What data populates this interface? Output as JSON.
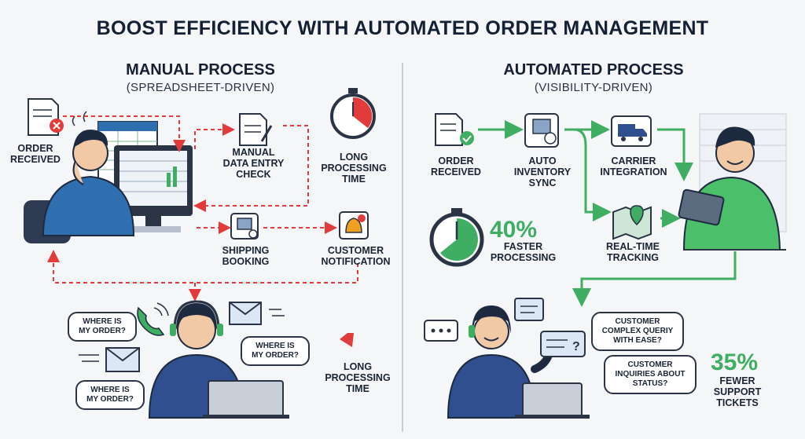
{
  "title": "BOOST EFFICIENCY WITH AUTOMATED ORDER MANAGEMENT",
  "manual": {
    "heading": "MANUAL PROCESS",
    "subheading": "(SPREADSHEET-DRIVEN)",
    "order_received": "ORDER\nRECEIVED",
    "manual_entry": "MANUAL\nDATA ENTRY\nCHECK",
    "long_time_1": "LONG\nPROCESSING\nTIME",
    "shipping": "SHIPPING\nBOOKING",
    "notification": "CUSTOMER\nNOTIFICATION",
    "bubble_1": "WHERE IS\nMY ORDER?",
    "bubble_2": "WHERE IS\nMY ORDER?",
    "bubble_3": "WHERE IS\nMY ORDER?",
    "long_time_2": "LONG\nPROCESSING\nTIME"
  },
  "automated": {
    "heading": "AUTOMATED PROCESS",
    "subheading": "(VISIBILITY-DRIVEN)",
    "order_received": "ORDER\nRECEIVED",
    "inventory": "AUTO\nINVENTORY\nSYNC",
    "carrier": "CARRIER\nINTEGRATION",
    "tracking": "REAL-TIME\nTRACKING",
    "stat_1_value": "40%",
    "stat_1_label": "FASTER\nPROCESSING",
    "bubble_1": "CUSTOMER\nCOMPLEX QUERIY\nWITH EASE?",
    "bubble_2": "CUSTOMER\nINQUIRIES ABOUT\nSTATUS?",
    "stat_2_value": "35%",
    "stat_2_label": "FEWER\nSUPPORT\nTICKETS"
  },
  "colors": {
    "red": "#e23b3b",
    "green": "#3fae63",
    "navy": "#1f3f7a",
    "ink": "#1f2a3a"
  }
}
